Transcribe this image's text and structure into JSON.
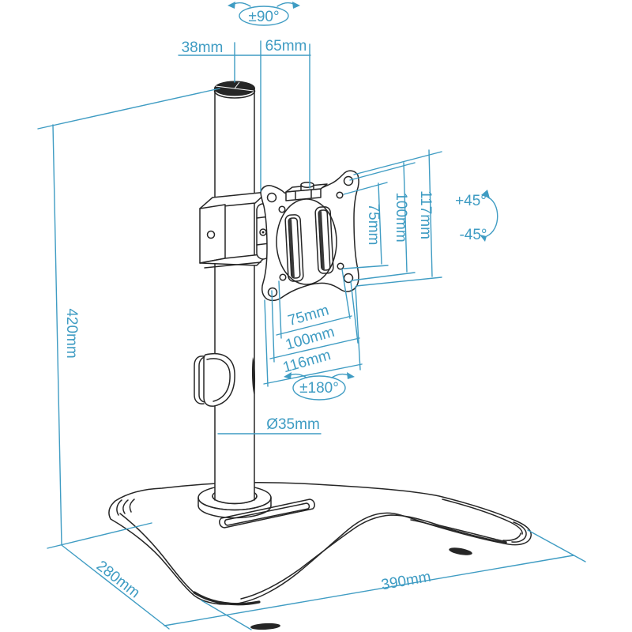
{
  "diagram": {
    "title": "monitor-stand-dimension-diagram",
    "background": "#ffffff",
    "artwork_color": "#262626",
    "dimension_color": "#3f9cc3",
    "icons": {
      "swivel_arrows": "curved-rotation-arrows",
      "tilt_arc": "curved-tilt-arc-arrow"
    },
    "labels": {
      "swivel_top": "±90°",
      "pole_cap_width": "38mm",
      "pole_to_plate": "65mm",
      "tilt_up": "+45°",
      "tilt_down": "-45°",
      "vesa_height_75": "75mm",
      "vesa_height_100": "100mm",
      "plate_height": "117mm",
      "vesa_width_75": "75mm",
      "vesa_width_100": "100mm",
      "plate_width": "116mm",
      "rotation": "±180°",
      "pole_diameter": "Ø35mm",
      "pole_height": "420mm",
      "base_depth": "280mm",
      "base_width": "390mm"
    }
  }
}
